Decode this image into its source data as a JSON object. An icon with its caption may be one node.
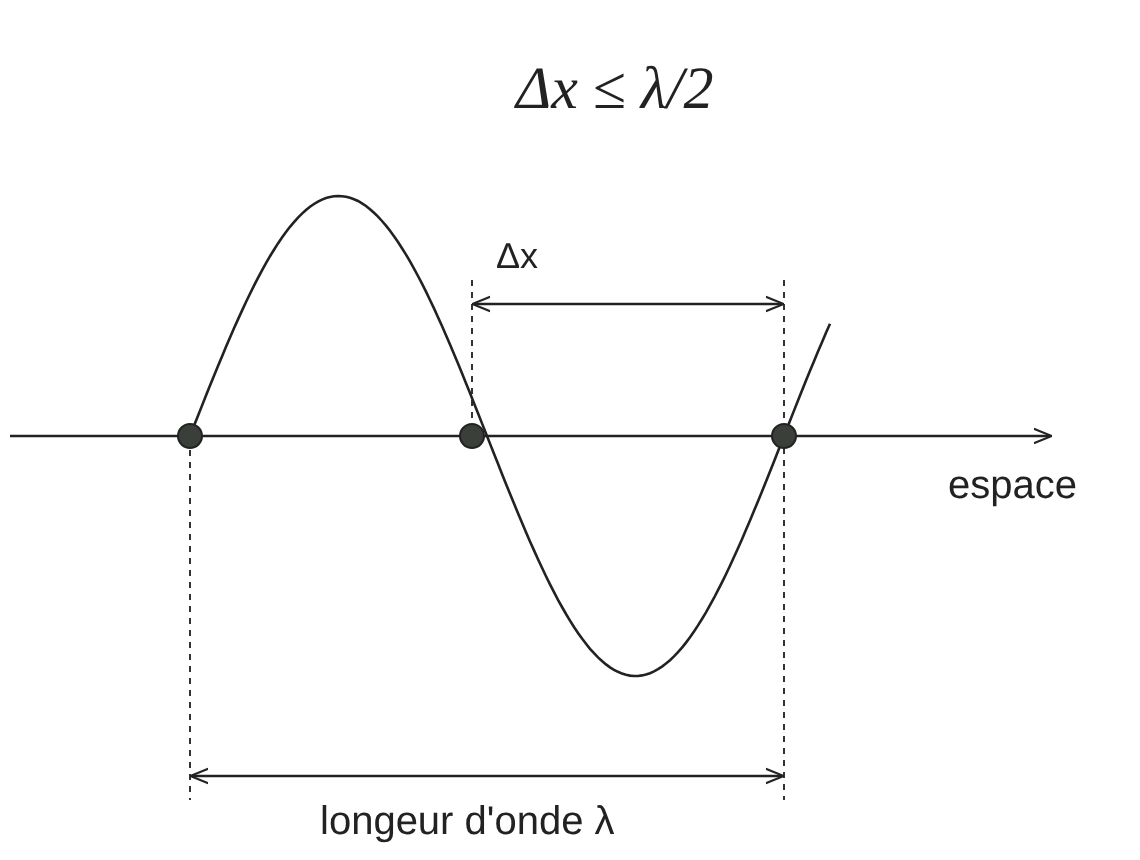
{
  "diagram": {
    "labels": [
      "Δx ≤ λ/2",
      "Δx",
      "espace",
      "longeur d'onde λ"
    ]
  }
}
